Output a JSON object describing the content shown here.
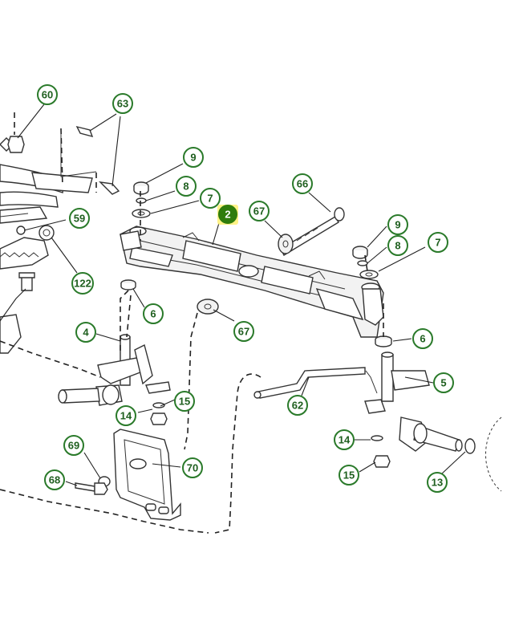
{
  "colors": {
    "callout_ring": "#2a7a2a",
    "callout_text": "#1f5f1f",
    "selected_fill": "#2f7d0c",
    "selected_text": "#ffffff",
    "highlight": "#fff27a"
  },
  "selected_part": "2",
  "callouts": {
    "c60": "60",
    "c63": "63",
    "c9a": "9",
    "c8a": "8",
    "c7a": "7",
    "c2": "2",
    "c67a": "67",
    "c66": "66",
    "c9b": "9",
    "c8b": "8",
    "c7b": "7",
    "c59": "59",
    "c122": "122",
    "c6a": "6",
    "c4": "4",
    "c67b": "67",
    "c6b": "6",
    "c5": "5",
    "c62": "62",
    "c15a": "15",
    "c14a": "14",
    "c69": "69",
    "c70": "70",
    "c68": "68",
    "c14b": "14",
    "c15b": "15",
    "c13": "13"
  }
}
